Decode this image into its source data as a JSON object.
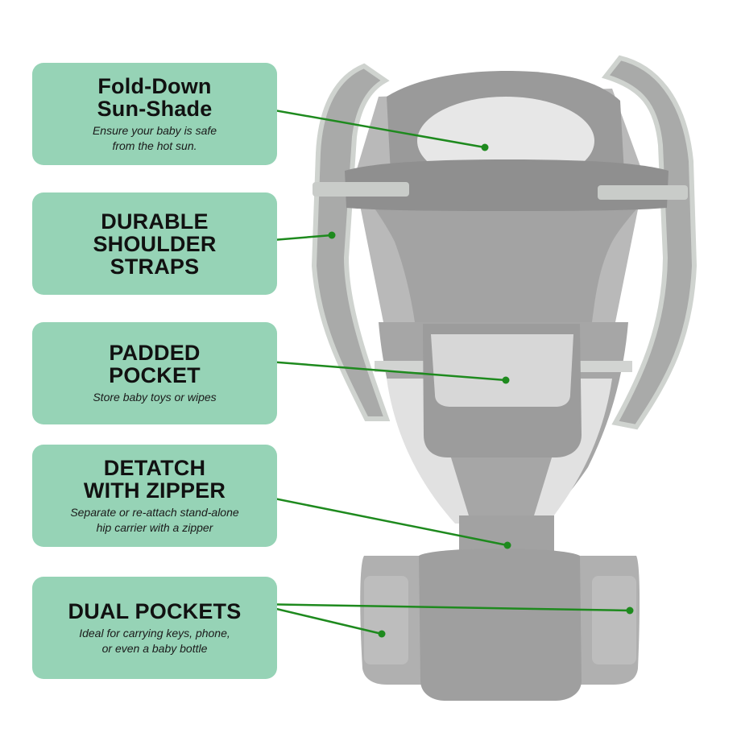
{
  "features": [
    {
      "title": "Fold-Down\nSun-Shade",
      "desc": "Ensure your baby is safe\nfrom the hot sun."
    },
    {
      "title": "DURABLE\nSHOULDER\nSTRAPS",
      "desc": ""
    },
    {
      "title": "PADDED\nPOCKET",
      "desc": "Store baby toys or wipes"
    },
    {
      "title": "DETATCH\nWITH ZIPPER",
      "desc": "Separate or re-attach stand-alone\nhip carrier with a zipper"
    },
    {
      "title": "DUAL POCKETS",
      "desc": "Ideal for carrying keys, phone,\nor even a baby bottle"
    }
  ],
  "colors": {
    "card": "#96d3b6",
    "leader": "#1e8a1e",
    "fabric": "#a8a8a8",
    "fabric_dark": "#8e8e8e",
    "mesh": "#e6e6e6",
    "strap_edge": "#cfd3cf"
  }
}
